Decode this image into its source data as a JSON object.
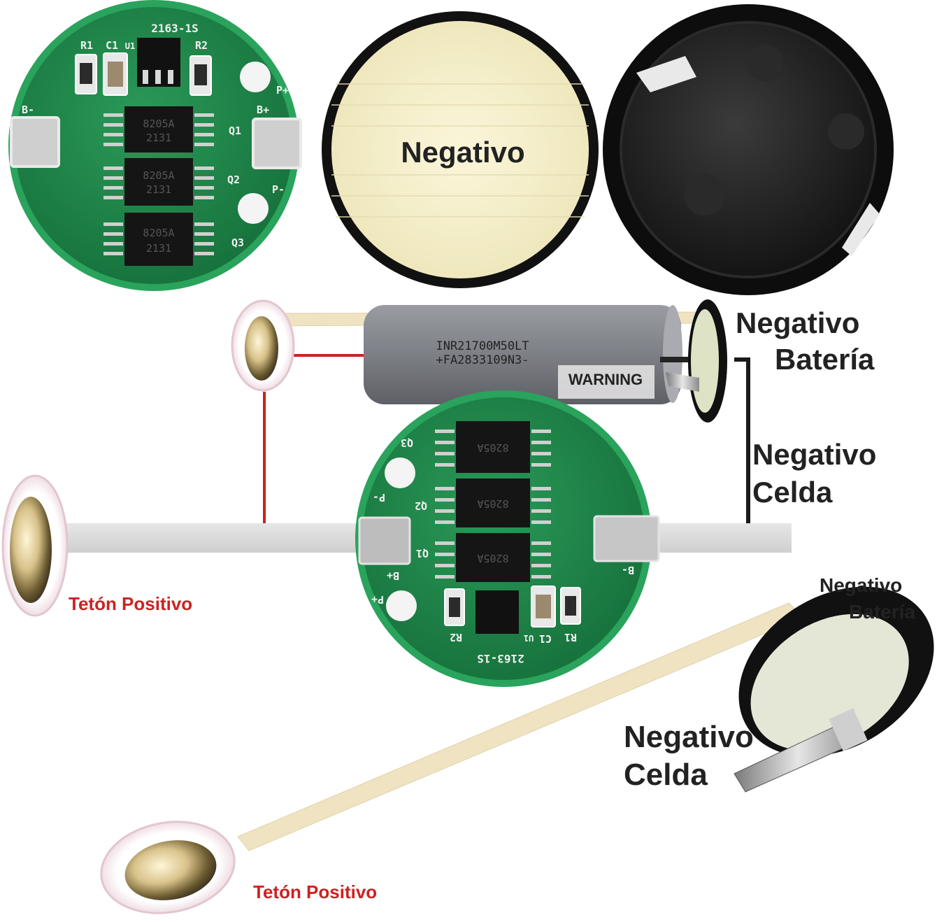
{
  "colors": {
    "pcb_green": "#1e8a4a",
    "pcb_edge": "#2aa35c",
    "positive_wire": "#cc2222",
    "nickel_strip": "#d9d9d9",
    "paper_strip": "#efe3c2",
    "label_dark": "#222222",
    "label_red": "#cc2222",
    "cell_body": "#7d7f86",
    "cap_black": "#1a1a1a"
  },
  "top_pcb": {
    "title": "2163-1S",
    "r1": "R1",
    "c1": "C1",
    "u1": "U1",
    "r2": "R2",
    "b_minus": "B-",
    "b_plus": "B+",
    "p_plus": "P+",
    "p_minus": "P-",
    "q1": "Q1",
    "q2": "Q2",
    "q3": "Q3",
    "chip1_line1": "8205A",
    "chip1_line2": "2131",
    "chip2_line1": "8205A",
    "chip2_line2": "2131",
    "chip3_line1": "8205A",
    "chip3_line2": "2131"
  },
  "cap_insert": {
    "label": "Negativo"
  },
  "cell": {
    "line1": "INR21700M50LT",
    "line2": "+FA2833109N3-",
    "warning": "WARNING"
  },
  "labels": {
    "neg_bateria_1": "Negativo",
    "neg_bateria_2": "Batería",
    "neg_celda_1": "Negativo",
    "neg_celda_2": "Celda",
    "teton_1": "Tetón Positivo",
    "neg_bateria_small_1": "Negativo",
    "neg_bateria_small_2": "Batería",
    "neg_celda_low_1": "Negativo",
    "neg_celda_low_2": "Celda",
    "teton_2": "Tetón Positivo"
  },
  "icons": [
    "positive-nub-icon",
    "negative-cap-icon",
    "pcb-board-icon",
    "battery-cell-icon"
  ]
}
